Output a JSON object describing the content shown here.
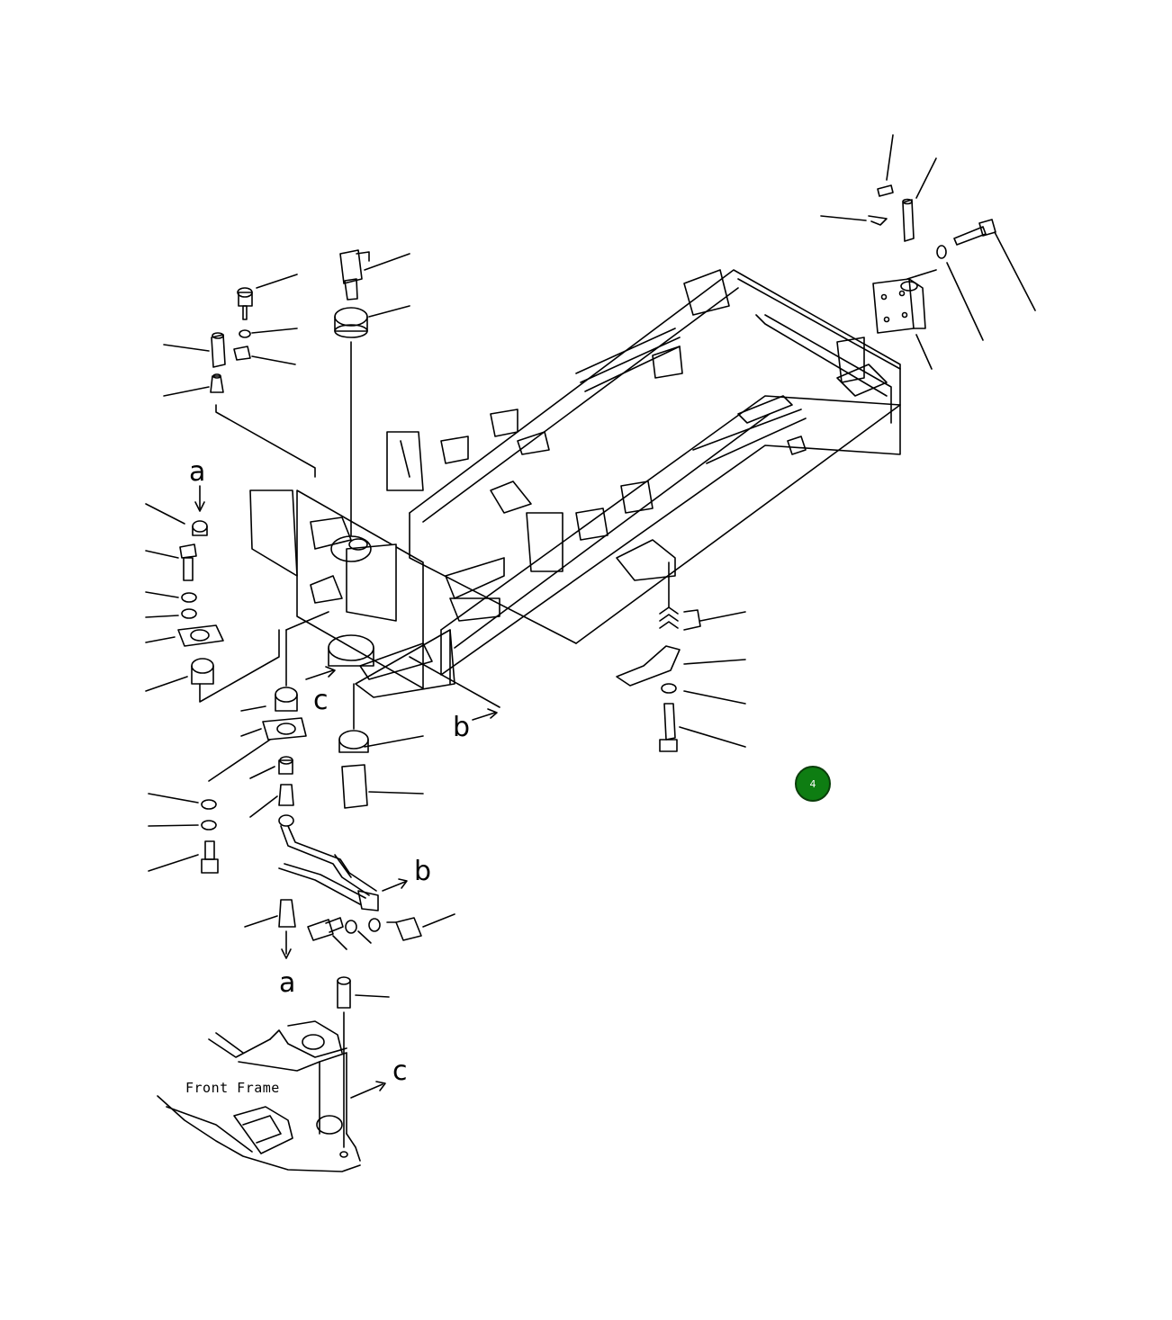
{
  "diagram": {
    "labels": {
      "a_top": "a",
      "a_bottom": "a",
      "b_upper": "b",
      "b_lower": "b",
      "c_upper": "c",
      "c_lower": "c",
      "front_frame": "Front Frame"
    },
    "hotspot": {
      "number": "4",
      "color": "#0e7d12"
    },
    "line_color": "#000000",
    "background": "#ffffff"
  }
}
